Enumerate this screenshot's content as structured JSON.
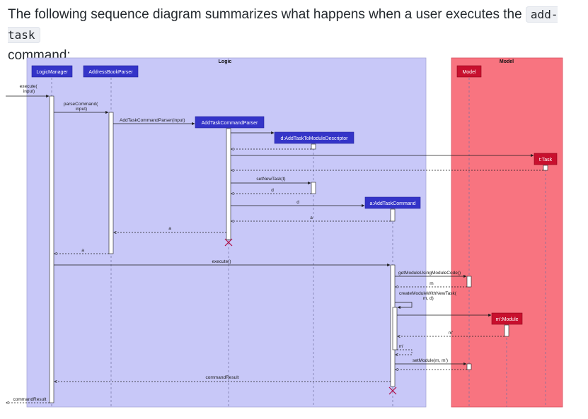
{
  "intro": {
    "before": "The following sequence diagram summarizes what happens when a user executes the ",
    "code": "add-task",
    "after": "command:"
  },
  "colors": {
    "logic_bg": "#c8c8f8",
    "model_bg": "#f87480",
    "logic_box": "#3434c8",
    "model_box": "#c8102e",
    "destroy": "#b01048"
  },
  "groups": {
    "logic": "Logic",
    "model": "Model"
  },
  "participants": {
    "logic_manager": "LogicManager",
    "address_book_parser": "AddressBookParser",
    "add_task_command_parser": "AddTaskCommandParser",
    "add_task_descriptor": "d:AddTaskToModuleDescriptor",
    "task": "t:Task",
    "add_task_command": "a:AddTaskCommand",
    "model": "Model",
    "module": "m':Module"
  },
  "messages": {
    "execute_input": "execute(\ninput)",
    "parse_command": "parseCommand(\ninput)",
    "add_task_parser_call": "AddTaskCommandParser(input)",
    "set_new_task": "setNewTask(t)",
    "return_d": "d",
    "create_command_d": "d",
    "return_a_1": "a",
    "return_a_2": "a",
    "return_a_3": "a",
    "execute": "execute()",
    "get_module": "getModuleUsingModuleCode()",
    "return_m": "m",
    "create_module": "createModuleWithNewTask(\nm, d)",
    "return_m_prime_1": "m'",
    "return_m_prime_2": "m'",
    "set_module": "setModule(m, m')",
    "command_result_1": "commandResult",
    "command_result_2": "commandResult"
  }
}
